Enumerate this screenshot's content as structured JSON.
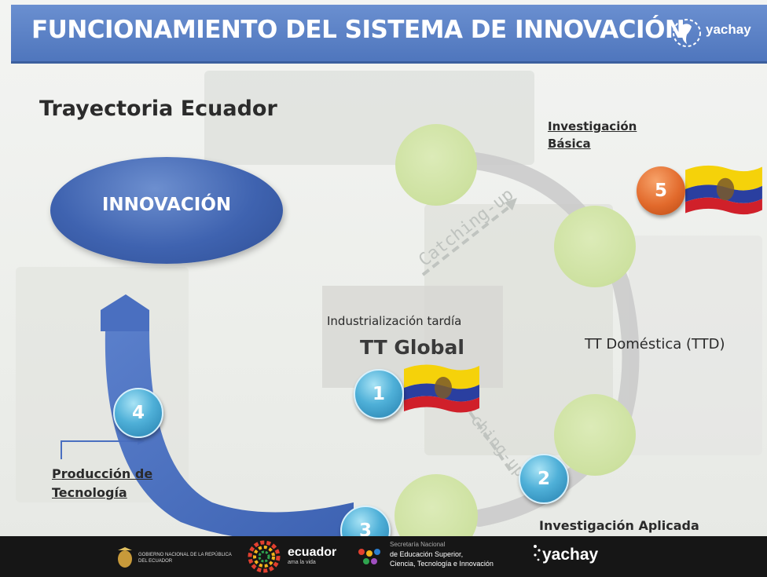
{
  "header": {
    "title": "FUNCIONAMIENTO DEL SISTEMA DE INNOVACIÓN",
    "logo_text": "yachay"
  },
  "section_title": "Trayectoria Ecuador",
  "innovation_label": "INNOVACIÓN",
  "labels": {
    "basic_research": [
      "Investigación",
      "Básica"
    ],
    "global": {
      "small": "Industrialización tardía",
      "large": "TT Global"
    },
    "domestic": "TT Doméstica (TTD)",
    "applied": "Investigación Aplicada",
    "production": [
      "Producción de",
      "Tecnología"
    ],
    "catching_up_1": "Catching-up",
    "catching_up_2": "ching-up"
  },
  "badges": [
    "1",
    "2",
    "3",
    "4",
    "5"
  ],
  "footer": {
    "gov": "GOBIERNO NACIONAL DE LA REPÚBLICA DEL ECUADOR",
    "ecuador": "ecuador",
    "ecuador_sub": "ama la vida",
    "senescyt_1": "Secretaría Nacional",
    "senescyt_2": "de Educación Superior,",
    "senescyt_3": "Ciencia, Tecnología e Innovación",
    "yachay": "yachay"
  },
  "colors": {
    "header_blue": "#5379bf",
    "arrow_blue": "#4a6fc0",
    "circle_green": "#cde1a0",
    "badge_blue": "#3fa3d0",
    "badge_orange": "#e26a2c"
  }
}
